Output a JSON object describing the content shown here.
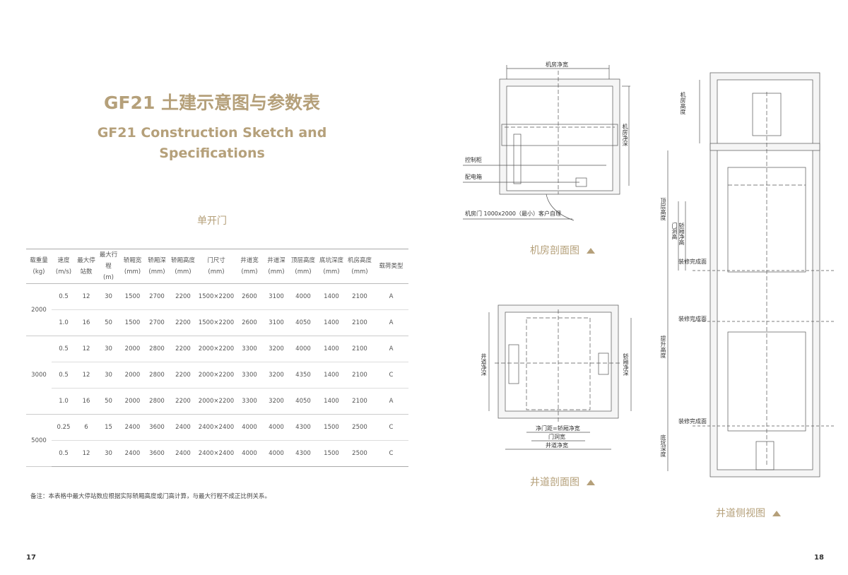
{
  "left": {
    "title_cn": "GF21 土建示意图与参数表",
    "title_en": "GF21 Construction Sketch and Specifications",
    "subtitle": "单开门",
    "page_number": "17",
    "note": "备注：本表格中最大停站数应根据实际轿厢高度或门高计算，与最大行程不成正比例关系。"
  },
  "table": {
    "headers": [
      [
        "载重量",
        "(kg)"
      ],
      [
        "速度",
        "(m/s)"
      ],
      [
        "最大停",
        "站数"
      ],
      [
        "最大行程",
        "(m)"
      ],
      [
        "轿厢宽",
        "(mm)"
      ],
      [
        "轿厢深",
        "(mm)"
      ],
      [
        "轿厢高度",
        "(mm)"
      ],
      [
        "门尺寸",
        "(mm)"
      ],
      [
        "井道宽",
        "(mm)"
      ],
      [
        "井道深",
        "(mm)"
      ],
      [
        "顶层高度",
        "(mm)"
      ],
      [
        "底坑深度",
        "(mm)"
      ],
      [
        "机房高度",
        "(mm)"
      ],
      [
        "载荷类型",
        ""
      ]
    ],
    "groups": [
      {
        "load": "2000",
        "rows": [
          [
            "0.5",
            "12",
            "30",
            "1500",
            "2700",
            "2200",
            "1500×2200",
            "2600",
            "3100",
            "4000",
            "1400",
            "2100",
            "A"
          ],
          [
            "1.0",
            "16",
            "50",
            "1500",
            "2700",
            "2200",
            "1500×2200",
            "2600",
            "3100",
            "4050",
            "1400",
            "2100",
            "A"
          ]
        ]
      },
      {
        "load": "3000",
        "rows": [
          [
            "0.5",
            "12",
            "30",
            "2000",
            "2800",
            "2200",
            "2000×2200",
            "3300",
            "3200",
            "4000",
            "1400",
            "2100",
            "A"
          ],
          [
            "0.5",
            "12",
            "30",
            "2000",
            "2800",
            "2200",
            "2000×2200",
            "3300",
            "3200",
            "4350",
            "1400",
            "2100",
            "C"
          ],
          [
            "1.0",
            "16",
            "50",
            "2000",
            "2800",
            "2200",
            "2000×2200",
            "3300",
            "3200",
            "4050",
            "1400",
            "2100",
            "A"
          ]
        ]
      },
      {
        "load": "5000",
        "rows": [
          [
            "0.25",
            "6",
            "15",
            "2400",
            "3600",
            "2400",
            "2400×2400",
            "4000",
            "4000",
            "4300",
            "1500",
            "2500",
            "C"
          ],
          [
            "0.5",
            "12",
            "30",
            "2400",
            "3600",
            "2400",
            "2400×2400",
            "4000",
            "4000",
            "4300",
            "1500",
            "2500",
            "C"
          ]
        ]
      }
    ]
  },
  "right": {
    "page_number": "18",
    "machine_room": {
      "caption": "机房剖面图",
      "width_label": "机房净宽",
      "depth_label": "机房净深",
      "control_cabinet": "控制柜",
      "distribution_box": "配电箱",
      "door_label": "机房门 1000x2000（最小）客户自理"
    },
    "hoistway": {
      "caption": "井道剖面图",
      "depth_label": "井道净深",
      "car_depth": "轿厢净深",
      "door_clear": "净门距=轿厢净宽",
      "door_opening": "门洞宽",
      "width_label": "井道净宽"
    },
    "side": {
      "caption": "井道侧视图",
      "mr_height": "机房高度",
      "top_height": "顶层高度",
      "door_height": "门洞高",
      "car_height": "轿厢净高",
      "finish1": "装修完成面",
      "finish2": "装修完成面",
      "finish3": "装修完成面",
      "travel": "提升高度",
      "pit": "底坑深度"
    }
  },
  "colors": {
    "accent": "#b5a07a"
  }
}
